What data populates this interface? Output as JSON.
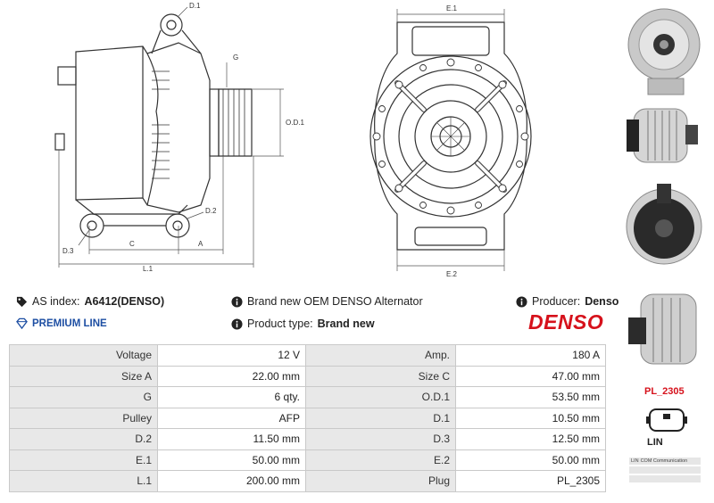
{
  "drawing_labels": {
    "side": {
      "d1": "D.1",
      "g": "G",
      "od1": "O.D.1",
      "d2": "D.2",
      "d3": "D.3",
      "c": "C",
      "a": "A",
      "l1": "L.1"
    },
    "front": {
      "e1": "E.1",
      "e2": "E.2"
    }
  },
  "info": {
    "as_index_label": "AS index:",
    "as_index_value": "A6412(DENSO)",
    "description": "Brand new OEM DENSO Alternator",
    "producer_label": "Producer:",
    "producer_value": "Denso",
    "premium_line": "PREMIUM LINE",
    "product_type_label": "Product type:",
    "product_type_value": "Brand new",
    "brand_logo": "DENSO"
  },
  "specs": [
    {
      "l1": "Voltage",
      "v1": "12 V",
      "l2": "Amp.",
      "v2": "180 A"
    },
    {
      "l1": "Size A",
      "v1": "22.00 mm",
      "l2": "Size C",
      "v2": "47.00 mm"
    },
    {
      "l1": "G",
      "v1": "6 qty.",
      "l2": "O.D.1",
      "v2": "53.50 mm"
    },
    {
      "l1": "Pulley",
      "v1": "AFP",
      "l2": "D.1",
      "v2": "10.50 mm"
    },
    {
      "l1": "D.2",
      "v1": "11.50 mm",
      "l2": "D.3",
      "v2": "12.50 mm"
    },
    {
      "l1": "E.1",
      "v1": "50.00 mm",
      "l2": "E.2",
      "v2": "50.00 mm"
    },
    {
      "l1": "L.1",
      "v1": "200.00 mm",
      "l2": "Plug",
      "v2": "PL_2305"
    }
  ],
  "plug": {
    "code": "PL_2305",
    "type": "LIN",
    "pins": [
      {
        "pin": "LIN",
        "function": "COM Communication"
      }
    ]
  },
  "colors": {
    "brand_red": "#d6111b",
    "premium_blue": "#1e4fa3",
    "label_bg": "#e8e8e8"
  },
  "icons": [
    "tag-icon",
    "info-icon",
    "diamond-icon"
  ]
}
